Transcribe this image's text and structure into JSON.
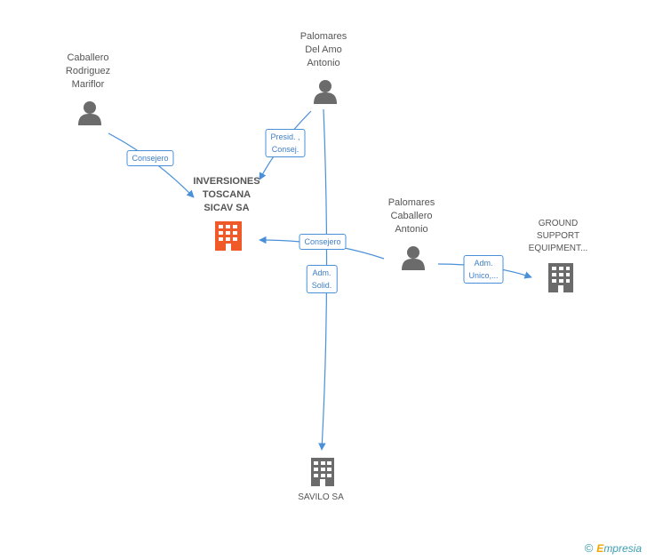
{
  "nodes": {
    "caballero": {
      "label": "Caballero\nRodriguez\nMariflor",
      "type": "person"
    },
    "palomares_del_amo": {
      "label": "Palomares\nDel Amo\nAntonio",
      "type": "person"
    },
    "inversiones": {
      "label": "INVERSIONES\nTOSCANA\nSICAV SA",
      "type": "company-main"
    },
    "palomares_caballero": {
      "label": "Palomares\nCaballero\nAntonio",
      "type": "person"
    },
    "ground": {
      "label": "GROUND\nSUPPORT\nEQUIPMENT...",
      "type": "company"
    },
    "savilo": {
      "label": "SAVILO SA",
      "type": "company"
    }
  },
  "edges": {
    "e1": {
      "label": "Consejero"
    },
    "e2": {
      "label": "Presid. ,\nConsej."
    },
    "e3": {
      "label": "Consejero"
    },
    "e4": {
      "label": "Adm.\nSolid."
    },
    "e5": {
      "label": "Adm.\nUnico,..."
    }
  },
  "footer": {
    "copyright": "©",
    "brand_first": "E",
    "brand_rest": "mpresia"
  },
  "colors": {
    "edge": "#4a90d9",
    "main_company": "#f05a28",
    "company": "#6b6b6b",
    "person": "#6b6b6b"
  }
}
